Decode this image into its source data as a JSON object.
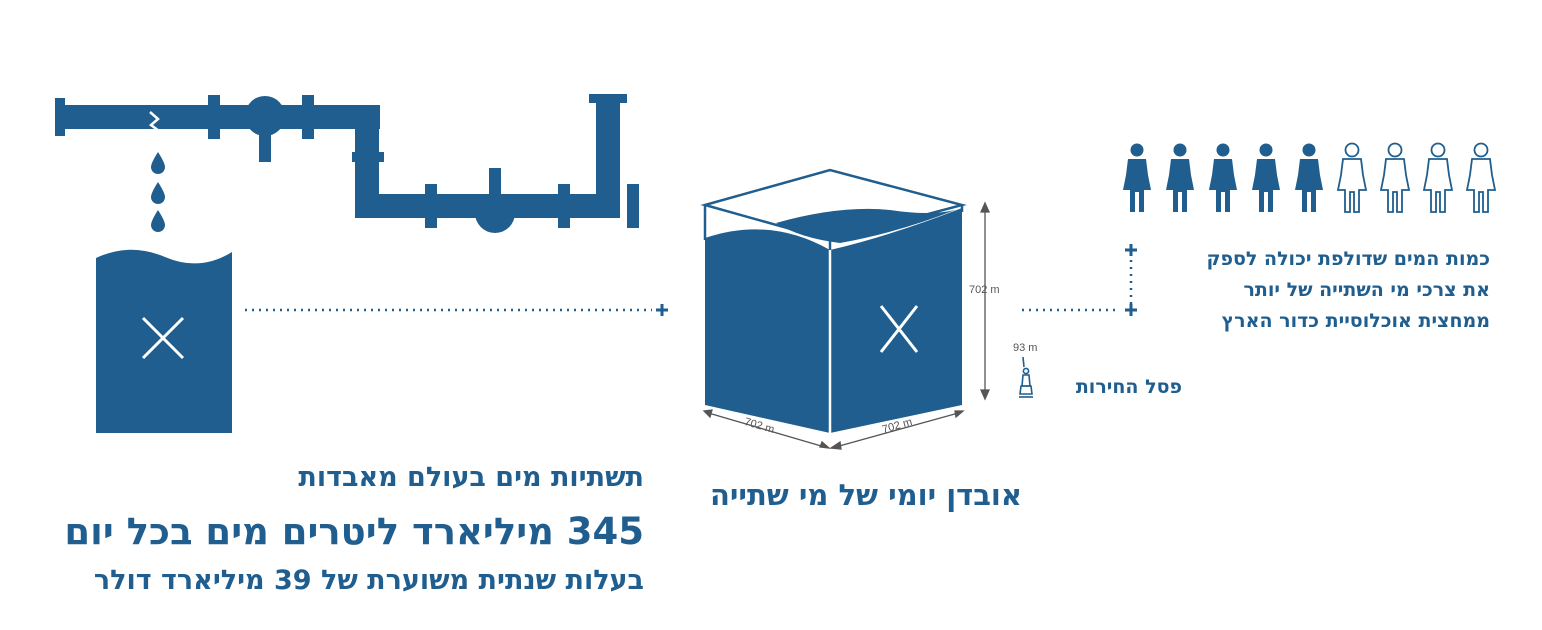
{
  "headline": {
    "line1": "תשתיות מים בעולם מאבדות",
    "line2": "345 מיליארד ליטרים מים בכל יום",
    "line3": "בעלות שנתית משוערת של 39 מיליארד דולר"
  },
  "cube": {
    "caption": "אובדן יומי של מי שתייה",
    "height_label": "702 m",
    "width_label_left": "702 m",
    "width_label_right": "702 m"
  },
  "statue": {
    "height_label": "93 m",
    "caption": "פסל החירות"
  },
  "people": {
    "caption_lines": [
      "כמות המים שדולפת יכולה לספק",
      "את צרכי מי השתייה של יותר",
      "ממחצית אוכלוסיית כדור הארץ"
    ],
    "filled_count": 5,
    "outline_count": 4
  },
  "colors": {
    "primary": "#1f5e8e",
    "text": "#1f5e8e",
    "dimension": "#555555"
  },
  "icons": [
    "pipe-icon",
    "water-drop-icon",
    "tank-icon",
    "cross-icon",
    "cube-icon",
    "statue-of-liberty-icon",
    "person-icon",
    "plus-icon"
  ]
}
